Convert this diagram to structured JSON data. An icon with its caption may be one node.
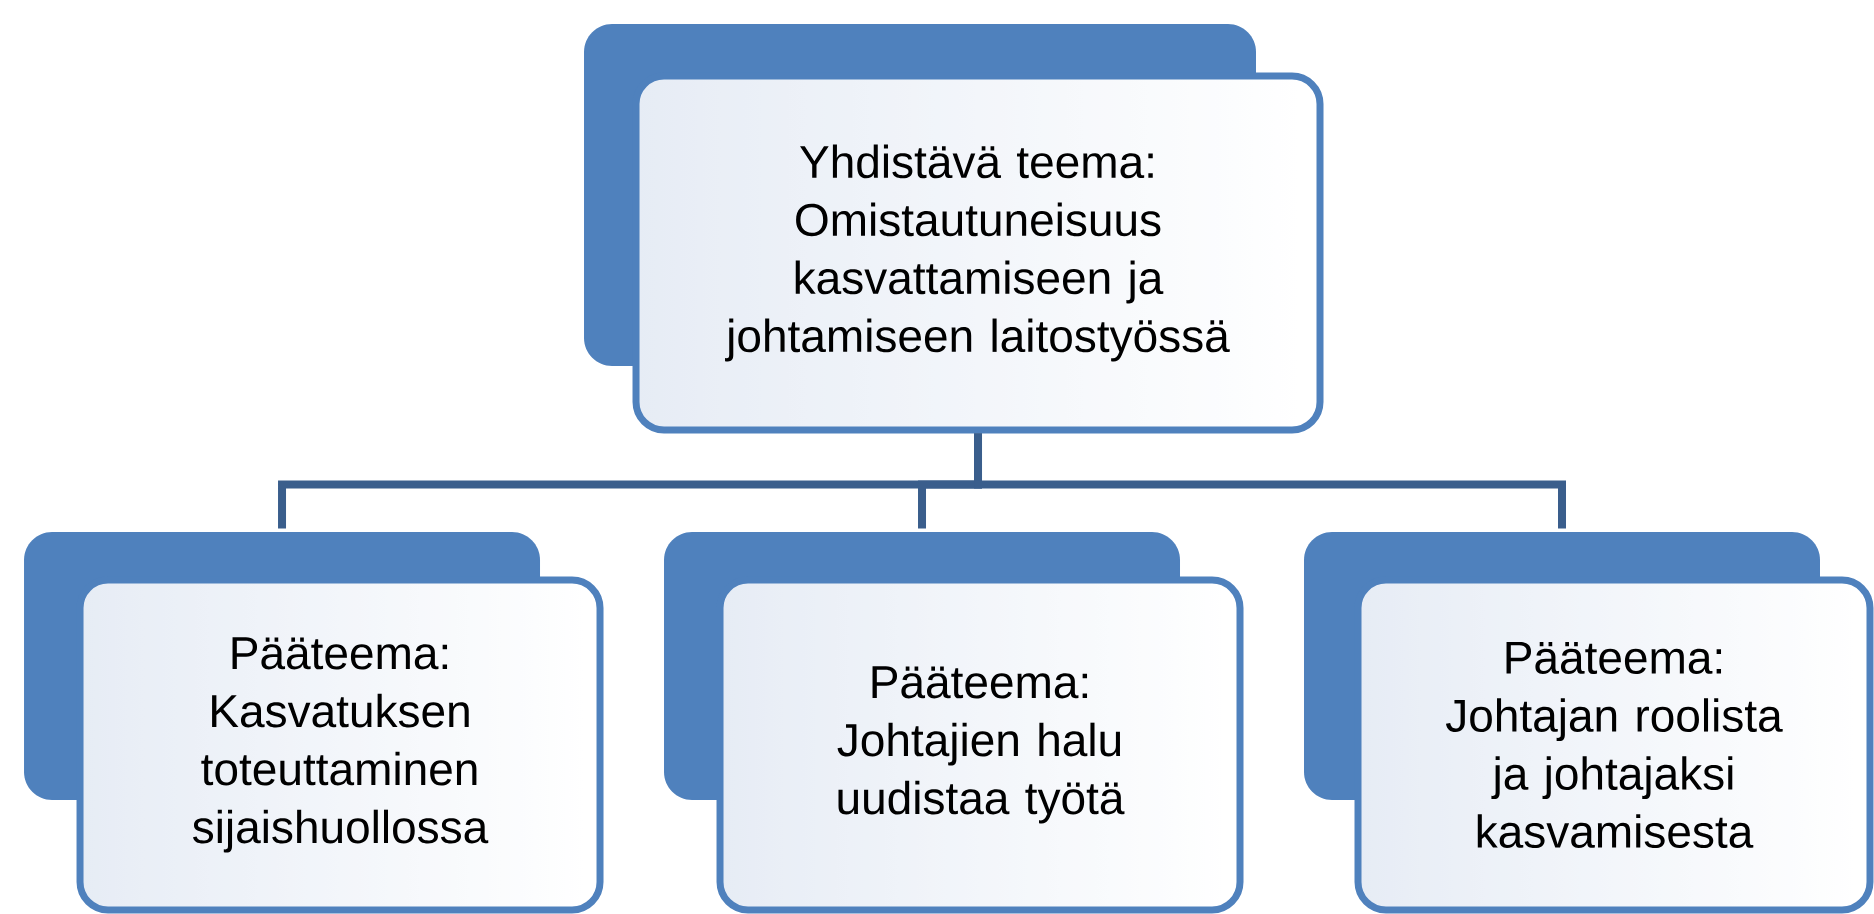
{
  "diagram": {
    "nodes": [
      {
        "text": [
          "Yhdistävä teema: Omistautuneisuus kasvattamiseen ja johtamiseen laitostyössä"
        ]
      },
      {
        "text": [
          "Pääteema: Kasvatuksen toteuttaminen sijaishuollossa"
        ]
      },
      {
        "text": [
          "Pääteema: Johtajien halu uudistaa työtä"
        ]
      },
      {
        "text": [
          "Pääteema: Johtajan roolista ja johtajaksi kasvamisesta"
        ]
      }
    ],
    "edges": [
      {
        "from": 0,
        "to": 1,
        "arrow": "none"
      },
      {
        "from": 0,
        "to": 2,
        "arrow": "none"
      },
      {
        "from": 0,
        "to": 3,
        "arrow": "none"
      }
    ]
  }
}
